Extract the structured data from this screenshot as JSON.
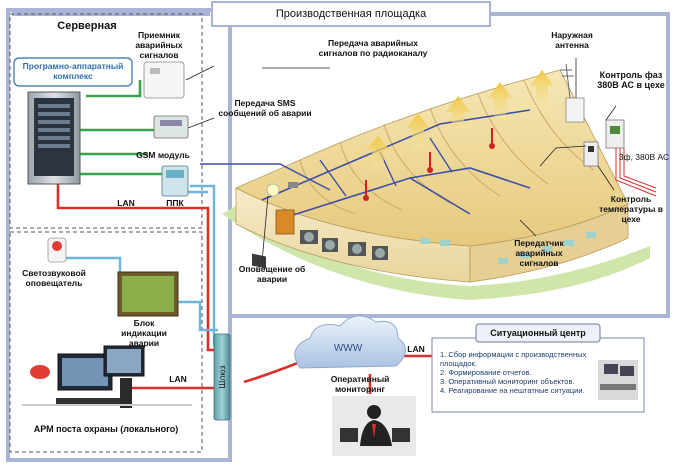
{
  "title": "Производственная площадка",
  "server_room": {
    "heading": "Серверная",
    "software_complex": "Програмно-аппаратный комплекс",
    "alarm_receiver": "Приемник аварийных сигналов",
    "gsm_module": "GSM модуль",
    "ppk": "ППК",
    "lan": "LAN"
  },
  "local_post": {
    "beacon": "Светозвуковой оповещатель",
    "indicator_block": "Блок индикации аварии",
    "workstation": "АРМ поста охраны (локального)",
    "lan": "LAN",
    "gateway": "Шлюз"
  },
  "plant": {
    "radio_transfer": "Передача аварийных сигналов по радиоканалу",
    "sms_transfer": "Передача SMS сообщений об аварии",
    "antenna": "Наружная антенна",
    "phase_control": "Контроль фаз 380В АС в цехе",
    "power_line": "3ф, 380В АС",
    "temp_control": "Контроль температуры в цехе",
    "transmitter": "Передатчик аварийных сигналов",
    "alarm_notification": "Оповещение об аварии"
  },
  "cloud": {
    "www": "WWW",
    "lan": "LAN",
    "monitoring": "Оперативный мониторинг"
  },
  "situation_center": {
    "title": "Ситуационный центр",
    "items": [
      "1. Сбор информации с производственных площадок.",
      "2. Формирование отчетов.",
      "3. Оперативный мониторинг объектов.",
      "4. Реагирование на нештатные ситуации."
    ]
  },
  "colors": {
    "frame": "#a9b4d6",
    "green_link": "#3aa24a",
    "red_link": "#d9302c",
    "blue_link": "#6fb4dc",
    "plant_wall": "#f2e3b8",
    "plant_roof": "#e9d08c",
    "grass": "#cfe5a9"
  }
}
